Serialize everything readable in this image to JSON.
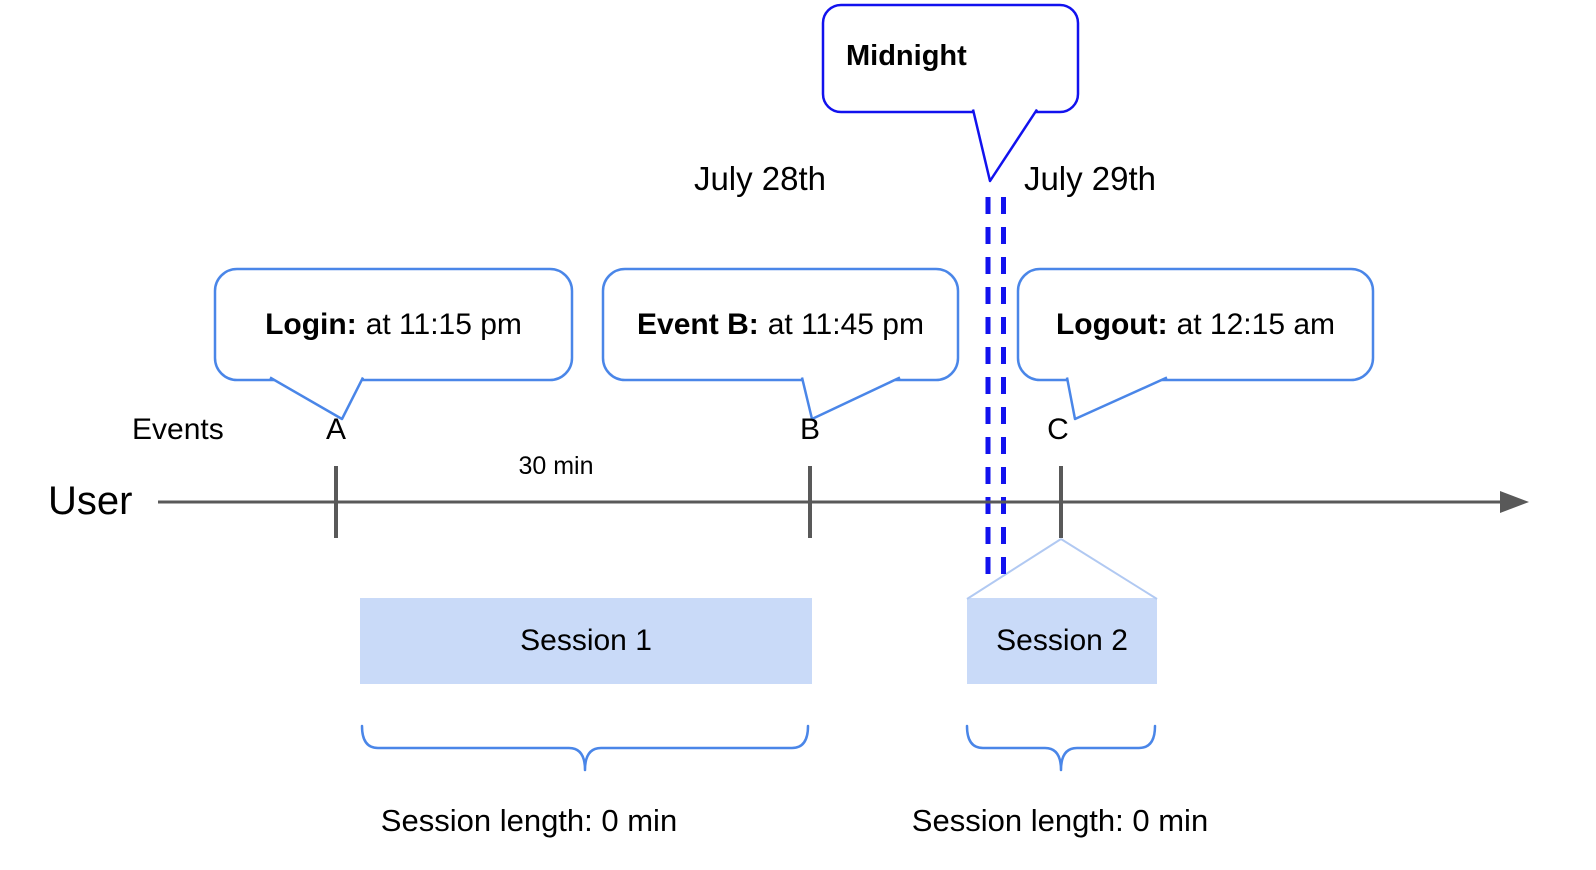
{
  "dates": {
    "left": "July 28th",
    "right": "July 29th"
  },
  "midnight": {
    "label": "Midnight"
  },
  "callouts": [
    {
      "title": "Login:",
      "detail": "at 11:15 pm"
    },
    {
      "title": "Event B:",
      "detail": "at 11:45 pm"
    },
    {
      "title": "Logout:",
      "detail": "at 12:15 am"
    }
  ],
  "axis": {
    "row_label": "Events",
    "user_label": "User",
    "marks": [
      "A",
      "B",
      "C"
    ],
    "gap_label": "30 min"
  },
  "sessions": [
    {
      "label": "Session 1",
      "length": "Session length: 0 min"
    },
    {
      "label": "Session 2",
      "length": "Session length: 0 min"
    }
  ],
  "colors": {
    "callout_border": "#4a86e8",
    "midnight_blue": "#1212ee",
    "session_fill": "#c9daf8",
    "axis_gray": "#595959",
    "funnel_light_blue": "#b1c9f2"
  }
}
